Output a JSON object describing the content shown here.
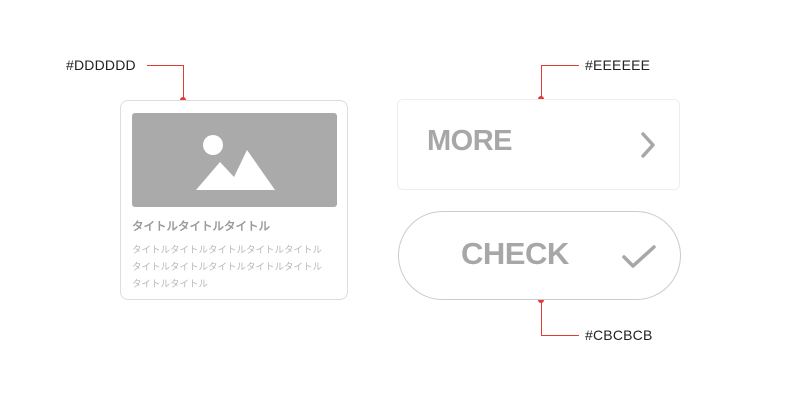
{
  "annotations": {
    "card_border_color": "#DDDDDD",
    "more_border_color": "#EEEEEE",
    "check_border_color": "#CBCBCB"
  },
  "card": {
    "image_icon": "image-placeholder-icon",
    "title": "タイトルタイトルタイトル",
    "body_lines": [
      "タイトルタイトルタイトルタイトルタイトル",
      "タイトルタイトルタイトルタイトルタイトル",
      "タイトルタイトル"
    ]
  },
  "more_button": {
    "label": "MORE",
    "icon": "chevron-right-icon"
  },
  "check_button": {
    "label": "CHECK",
    "icon": "checkmark-icon"
  },
  "colors": {
    "leader": "#e53935",
    "placeholder_gray": "#aaaaaa",
    "label_gray": "#a7a7a7"
  }
}
